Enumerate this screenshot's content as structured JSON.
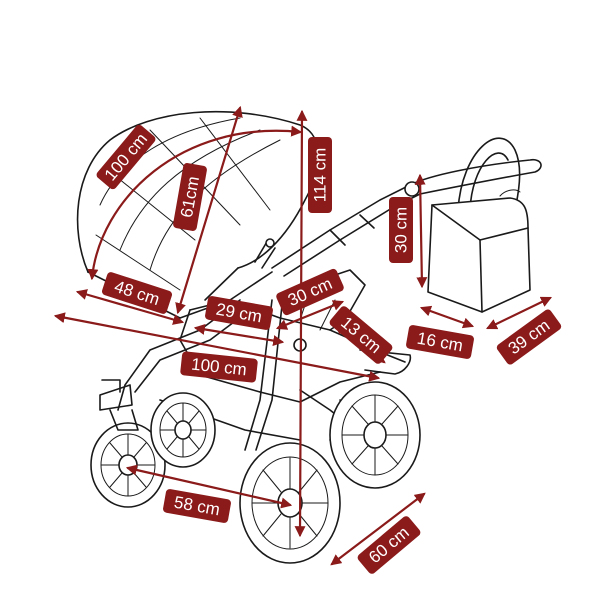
{
  "colors": {
    "accent": "#8b1a1a",
    "line": "#1a1a1a",
    "background": "#ffffff"
  },
  "dimensions": {
    "hood_arc": "100 cm",
    "hood_height": "61cm",
    "total_height": "114 cm",
    "carrycot_length": "48 cm",
    "seat_width": "29 cm",
    "backrest": "30 cm",
    "footrest": "13 cm",
    "total_length": "100 cm",
    "bag_height": "30 cm",
    "bag_depth": "16 cm",
    "bag_width": "39 cm",
    "wheelbase": "58 cm",
    "width": "60 cm"
  }
}
